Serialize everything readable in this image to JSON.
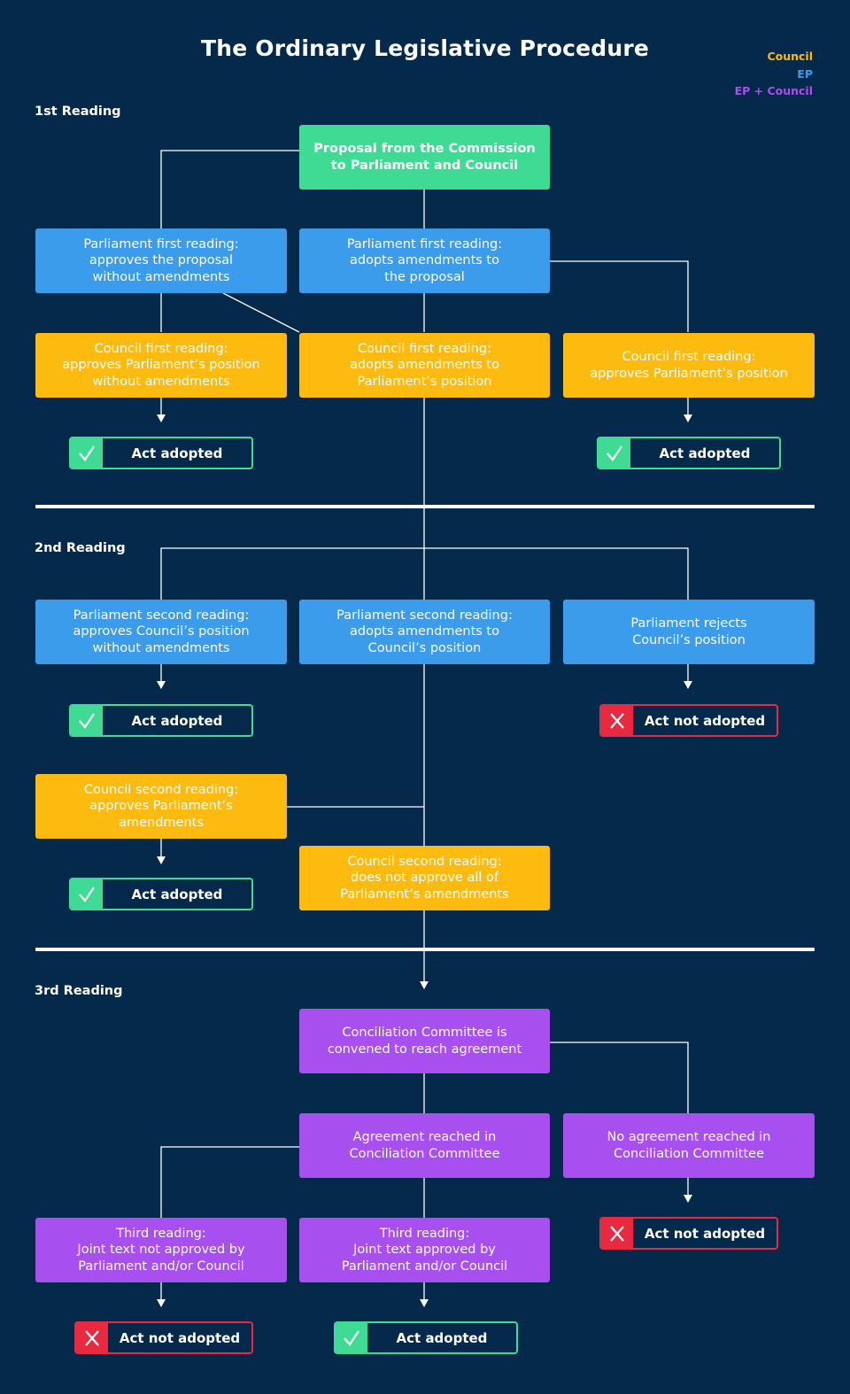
{
  "title": "The Ordinary Legislative Procedure",
  "legend": [
    {
      "label": "Council",
      "color": "#fdbb10"
    },
    {
      "label": "EP",
      "color": "#3b9cec"
    },
    {
      "label": "EP + Council",
      "color": "#a84ff0"
    }
  ],
  "sections": {
    "first": "1st Reading",
    "second": "2nd Reading",
    "third": "3rd Reading"
  },
  "colors": {
    "background": "#05294a",
    "commission": "#3fdb95",
    "ep": "#3b9cec",
    "council": "#fdbb10",
    "joint": "#a84ff0",
    "adopted": "#3fdb95",
    "not_adopted": "#e8293f"
  },
  "nodes": {
    "proposal": "Proposal from the Commission\nto Parliament and Council",
    "ep1_no_amend": "Parliament first reading:\napproves the proposal\nwithout amendments",
    "ep1_amend": "Parliament first reading:\nadopts amendments to\nthe proposal",
    "c1_approve_no_amend": "Council first reading:\napproves Parliament’s position\nwithout amendments",
    "c1_amend": "Council first reading:\nadopts amendments to\nParliament’s position",
    "c1_approve": "Council first reading:\napproves Parliament’s position",
    "ep2_approve": "Parliament second reading:\napproves Council’s position\nwithout amendments",
    "ep2_amend": "Parliament second reading:\nadopts amendments to\nCouncil’s position",
    "ep2_reject": "Parliament rejects\nCouncil’s position",
    "c2_approve": "Council second reading:\napproves Parliament’s\namendments",
    "c2_not_all": "Council second reading:\ndoes not approve all of\nParliament’s amendments",
    "conciliation": "Conciliation Committee is\nconvened to reach agreement",
    "agreement": "Agreement reached in\nConciliation Committee",
    "no_agreement": "No agreement reached in\nConciliation Committee",
    "third_not_approved": "Third reading:\nJoint text not approved by\nParliament and/or Council",
    "third_approved": "Third reading:\nJoint text approved by\nParliament and/or Council"
  },
  "outcomes": {
    "adopted": "Act adopted",
    "not_adopted": "Act not adopted"
  },
  "icons": {
    "adopted": "check-icon",
    "not_adopted": "cross-icon"
  }
}
